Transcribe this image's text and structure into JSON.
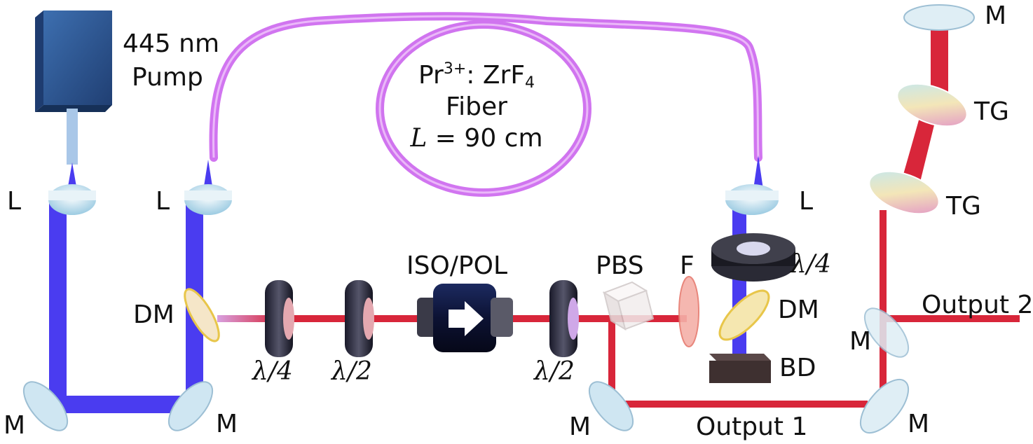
{
  "labels": {
    "pump": [
      "445 nm",
      "Pump"
    ],
    "lens": "L",
    "mirror": "M",
    "dichroic": "DM",
    "quarter_wave": "λ/4",
    "half_wave": "λ/2",
    "isolator": "ISO/POL",
    "pbs": "PBS",
    "filter": "F",
    "beam_dump": "BD",
    "grating": "TG",
    "output1": "Output 1",
    "output2": "Output 2"
  },
  "fiber": {
    "line1_main": "Pr",
    "line1_sup": "3+",
    "line1_rest": ": ZrF",
    "line1_sub": "4",
    "line2": "Fiber",
    "line3_var": "L",
    "line3_rest": " = 90 cm"
  },
  "colors": {
    "pump_beam": "#4a3cf0",
    "laser_beam": "#d8263a",
    "fiber": "#cc66ee",
    "pump_box": "#2f5f9e",
    "optic": "#cfe6f2"
  }
}
